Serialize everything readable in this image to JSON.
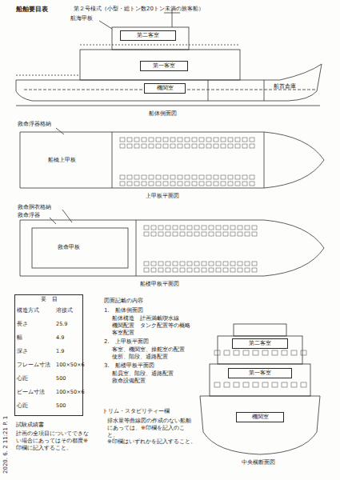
{
  "diagram": {
    "title": "船舶要目表",
    "nodes": [
      {
        "text": [
          "第二客室"
        ]
      },
      {
        "text": [
          "第一客室"
        ]
      },
      {
        "text": [
          "機関室"
        ]
      },
      {
        "text": [
          "要　目"
        ]
      },
      {
        "text": [
          "第二客室"
        ]
      },
      {
        "text": [
          "第一客室"
        ]
      },
      {
        "text": [
          "機関室"
        ]
      }
    ],
    "labels": [
      "第２号様式（小型・総トン数20トン未満の旅客船）",
      "航海甲板",
      "船体側面図",
      "救命浮器格納",
      "船橋上甲板",
      "上甲板平面図",
      "救命胴衣格納",
      "救命浮器",
      "救命甲板",
      "船楼甲板平面図",
      "構造方式",
      "溶接式",
      "長さ",
      "25.9",
      "幅",
      "4.9",
      "深さ",
      "1.9",
      "フレーム寸法",
      "100×50×6",
      "心距",
      "500",
      "ビーム寸法",
      "100×50×6",
      "心距",
      "500",
      "図面記載の内容",
      "1.　船体側面図",
      "船体構造　計画満載喫水線",
      "機関配置　タンク配置等の概略",
      "客室配置",
      "2.　上甲板平面図",
      "客室、機関室、操舵室の配置",
      "便所、階段、通路配置",
      "3.　船楼甲板平面図",
      "船員室、階段、通路配置",
      "救命設備配置",
      "トリム・スタビリティー欄",
      "排水量等曲線図の作成のない船舶にあっては、※印欄を記入のこと。",
      "※印欄はいずれかを記入すること。",
      "試験成績書",
      "計画の全項目についてできない場合にあってはその都度※印欄に記入すること。",
      "中央横断面図",
      "2020. 6. 2 11:21 P. 1",
      "船首倉庫"
    ]
  }
}
